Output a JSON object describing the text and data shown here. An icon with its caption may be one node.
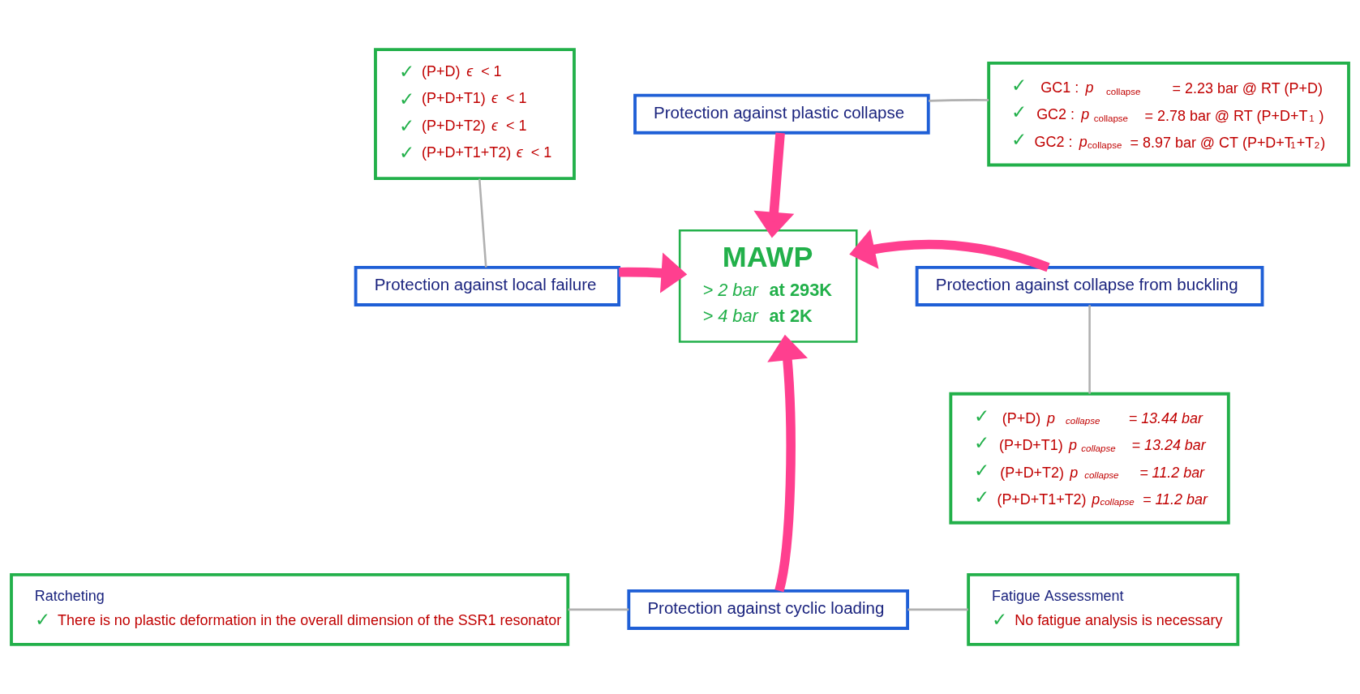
{
  "diagram": {
    "nodes": [
      {
        "text": [
          "Protection against plastic collapse"
        ]
      },
      {
        "text": [
          "✓ GC1 : *p*$_{collapse}$ = 2.23 bar @ RT (P+D)",
          "✓ GC2 : *p*$_{collapse}$ = 2.78 bar @ RT (P+D+T$_{1}$)",
          "✓ GC2 : *p*$_{collapse}$ = 8.97 bar @ CT (P+D+T$_{1}$+T$_{2}$)"
        ]
      },
      {
        "text": [
          "✓ (P+D) *ϵ* < 1",
          "✓ (P+D+T1) *ϵ* < 1",
          "✓ (P+D+T2) *ϵ* < 1",
          "✓ (P+D+T1+T2) *ϵ* < 1"
        ]
      },
      {
        "text": [
          "Protection against local failure"
        ]
      },
      {
        "text": [
          "MAWP",
          "*> 2 bar* **at 293K**",
          "*> 4 bar* **at 2K**"
        ]
      },
      {
        "text": [
          "Protection against collapse from buckling"
        ]
      },
      {
        "text": [
          "✓ (P+D) *p$_{collapse}$ = 13.44 bar*",
          "✓ (P+D+T1) *p$_{collapse}$ = 13.24 bar*",
          "✓ (P+D+T2) *p$_{collapse}$ = 11.2 bar*",
          "✓ (P+D+T1+T2) *p$_{collapse}$ = 11.2 bar*"
        ]
      },
      {
        "text": [
          "Ratcheting",
          "✓ There is no plastic deformation in the overall dimension of the SSR1 resonator"
        ]
      },
      {
        "text": [
          "Protection against cyclic loading"
        ]
      },
      {
        "text": [
          "Fatigue Assessment",
          "✓ No fatigue analysis is necessary"
        ]
      }
    ],
    "edges": [
      {
        "from": 0,
        "to": 1,
        "arrow": "none"
      },
      {
        "from": 0,
        "to": 4,
        "arrow": "to",
        "style": "thick",
        "color": "#ff3f8f"
      },
      {
        "from": 2,
        "to": 3,
        "arrow": "none"
      },
      {
        "from": 3,
        "to": 4,
        "arrow": "to",
        "style": "thick",
        "color": "#ff3f8f"
      },
      {
        "from": 5,
        "to": 4,
        "arrow": "to",
        "style": "thick",
        "color": "#ff3f8f"
      },
      {
        "from": 5,
        "to": 6,
        "arrow": "none"
      },
      {
        "from": 8,
        "to": 4,
        "arrow": "to",
        "style": "thick",
        "color": "#ff3f8f"
      },
      {
        "from": 7,
        "to": 8,
        "arrow": "none"
      },
      {
        "from": 8,
        "to": 9,
        "arrow": "none"
      }
    ]
  }
}
